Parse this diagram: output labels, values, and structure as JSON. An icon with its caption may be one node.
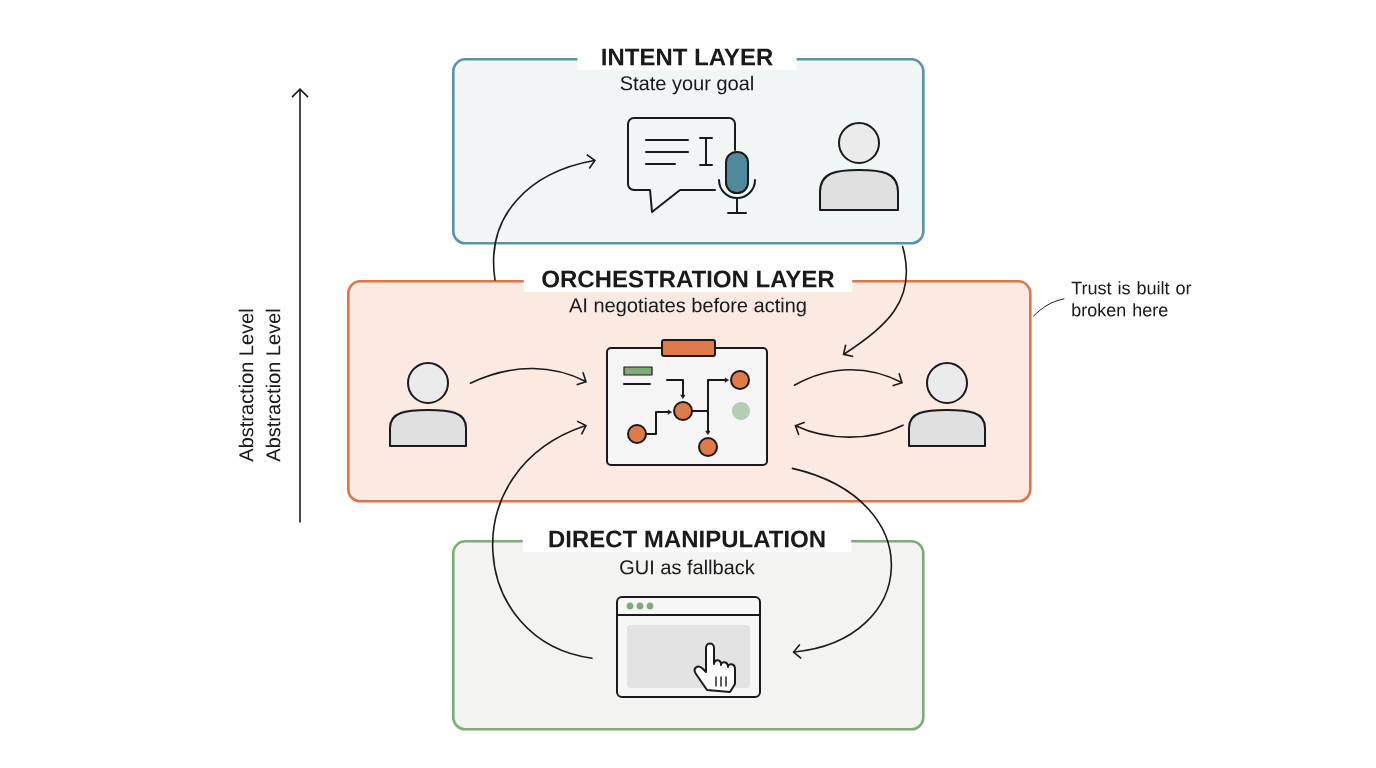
{
  "diagram": {
    "nodes": [
      {
        "text": [
          "INTENT LAYER",
          "State your goal"
        ]
      },
      {
        "text": [],
        "shape": "picture",
        "in": 0
      },
      {
        "text": [],
        "shape": "person",
        "in": 0
      },
      {
        "text": [
          "ORCHESTRATION LAYER",
          "AI negotiates before acting"
        ]
      },
      {
        "text": [],
        "shape": "person",
        "in": 3
      },
      {
        "text": [],
        "shape": "picture",
        "in": 3
      },
      {
        "text": [],
        "shape": "person",
        "in": 3
      },
      {
        "text": [
          "DIRECT MANIPULATION",
          "GUI as fallback"
        ]
      },
      {
        "text": [],
        "shape": "picture",
        "in": 7
      },
      {
        "text": [
          "Trust is built or broken here"
        ]
      }
    ],
    "edges": [
      {
        "from": 3,
        "to": 1,
        "arrow": "to"
      },
      {
        "from": 0,
        "to": 3,
        "arrow": "to"
      },
      {
        "from": 4,
        "to": 5,
        "arrow": "to"
      },
      {
        "from": 5,
        "to": 6,
        "arrow": "to"
      },
      {
        "from": 6,
        "to": 5,
        "arrow": "to"
      },
      {
        "from": 8,
        "to": 5,
        "arrow": "to"
      },
      {
        "from": 5,
        "to": 8,
        "arrow": "to"
      },
      {
        "from": 9,
        "to": 3,
        "arrow": "none"
      }
    ],
    "labels": [
      "Abstraction Level",
      "Abstraction Level"
    ]
  }
}
